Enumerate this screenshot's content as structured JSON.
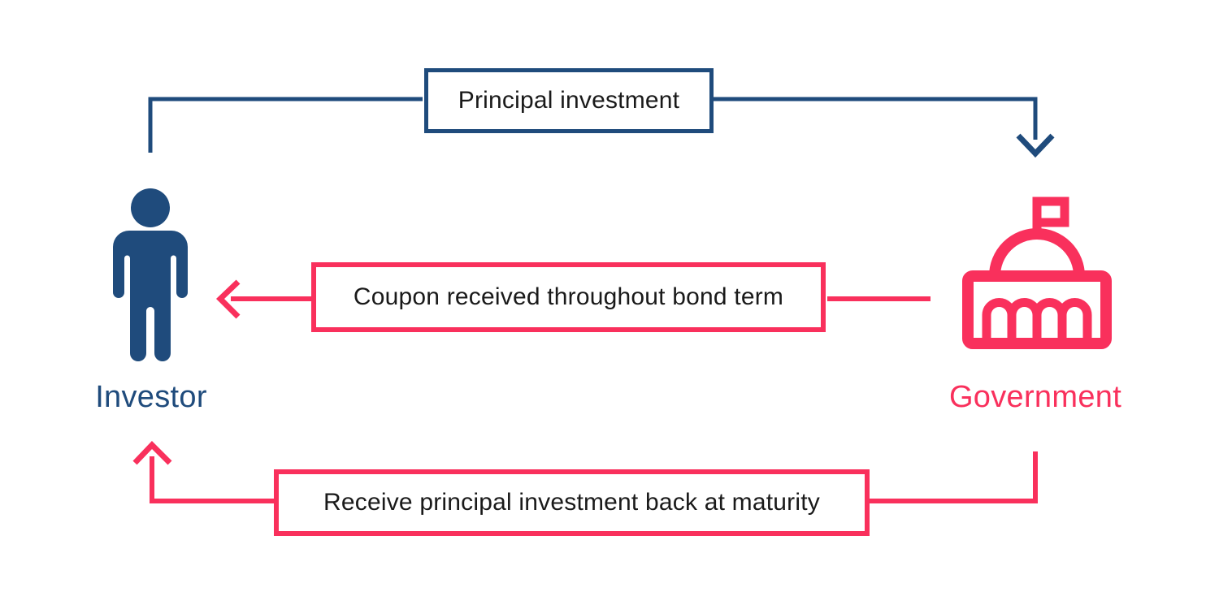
{
  "colors": {
    "navy": "#1F4B7C",
    "pink": "#F9305C",
    "ink": "#1A1A1A",
    "background": "#FFFFFF"
  },
  "diagram": {
    "entities": {
      "investor": {
        "label": "Investor",
        "icon": "person-icon"
      },
      "government": {
        "label": "Government",
        "icon": "government-building-icon"
      }
    },
    "flows": [
      {
        "id": "principal",
        "label": "Principal investment",
        "from": "Investor",
        "to": "Government",
        "color": "navy",
        "arrow_direction": "down"
      },
      {
        "id": "coupon",
        "label": "Coupon received throughout bond term",
        "from": "Government",
        "to": "Investor",
        "color": "pink",
        "arrow_direction": "left"
      },
      {
        "id": "maturity",
        "label": "Receive principal investment back at maturity",
        "from": "Government",
        "to": "Investor",
        "color": "pink",
        "arrow_direction": "up"
      }
    ]
  }
}
